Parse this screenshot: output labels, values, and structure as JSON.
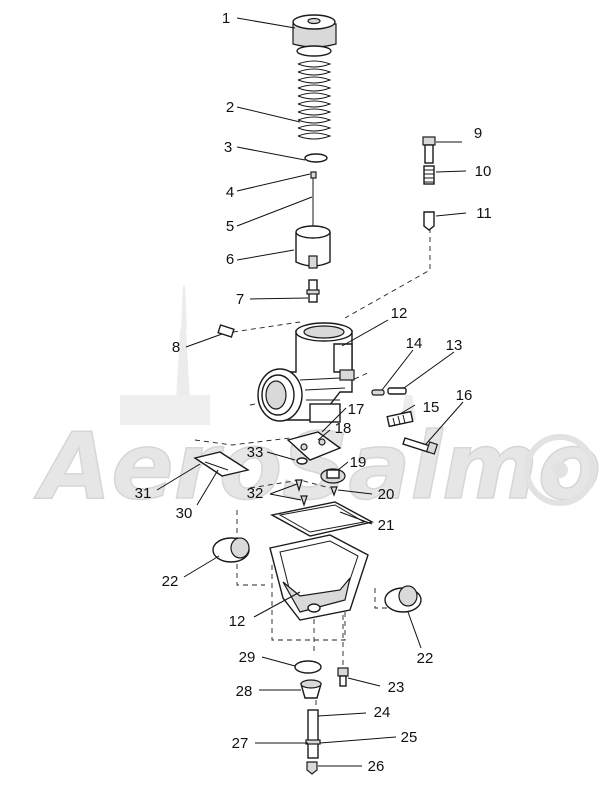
{
  "watermark": {
    "text": "AeroSalmo",
    "color": "#e6e6e6"
  },
  "callouts": [
    "1",
    "2",
    "3",
    "4",
    "5",
    "6",
    "7",
    "8",
    "9",
    "10",
    "11",
    "12",
    "14",
    "13",
    "15",
    "16",
    "17",
    "18",
    "19",
    "33",
    "32",
    "20",
    "21",
    "31",
    "30",
    "22",
    "12",
    "22",
    "29",
    "23",
    "28",
    "24",
    "27",
    "25",
    "26"
  ]
}
